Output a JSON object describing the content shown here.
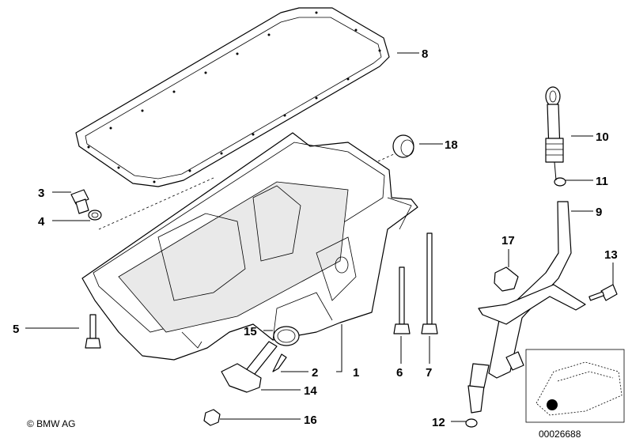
{
  "callouts": {
    "c1": "1",
    "c2": "2",
    "c3": "3",
    "c4": "4",
    "c5": "5",
    "c6": "6",
    "c7": "7",
    "c8": "8",
    "c9": "9",
    "c10": "10",
    "c11": "11",
    "c12": "12",
    "c13": "13",
    "c14": "14",
    "c15": "15",
    "c16": "16",
    "c17": "17",
    "c18": "18"
  },
  "footer": {
    "copyright": "© BMW AG",
    "diagram_number": "00026688"
  }
}
